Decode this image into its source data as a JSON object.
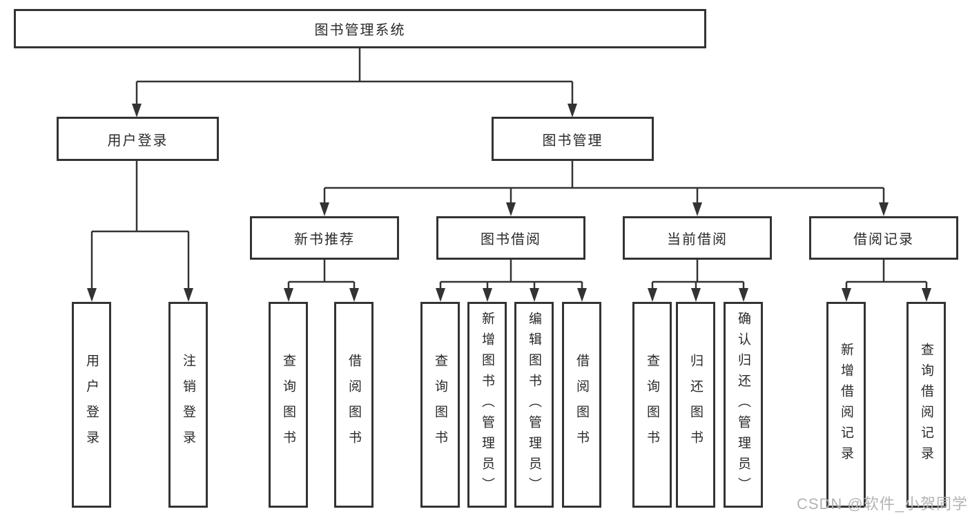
{
  "diagram": {
    "root": "图书管理系统",
    "branches": [
      {
        "label": "用户登录",
        "children": [
          "用户登录",
          "注销登录"
        ]
      },
      {
        "label": "图书管理",
        "sections": [
          {
            "label": "新书推荐",
            "children": [
              "查询图书",
              "借阅图书"
            ]
          },
          {
            "label": "图书借阅",
            "children": [
              "查询图书",
              "新增图书（管理员）",
              "编辑图书（管理员）",
              "借阅图书"
            ]
          },
          {
            "label": "当前借阅",
            "children": [
              "查询图书",
              "归还图书",
              "确认归还（管理员）"
            ]
          },
          {
            "label": "借阅记录",
            "children": [
              "新增借阅记录",
              "查询借阅记录"
            ]
          }
        ]
      }
    ],
    "watermark": "CSDN @软件_小贺同学",
    "colors": {
      "line": "#333333",
      "text": "#2a2a2a",
      "watermark": "#b3b3b3",
      "background": "#ffffff"
    }
  }
}
